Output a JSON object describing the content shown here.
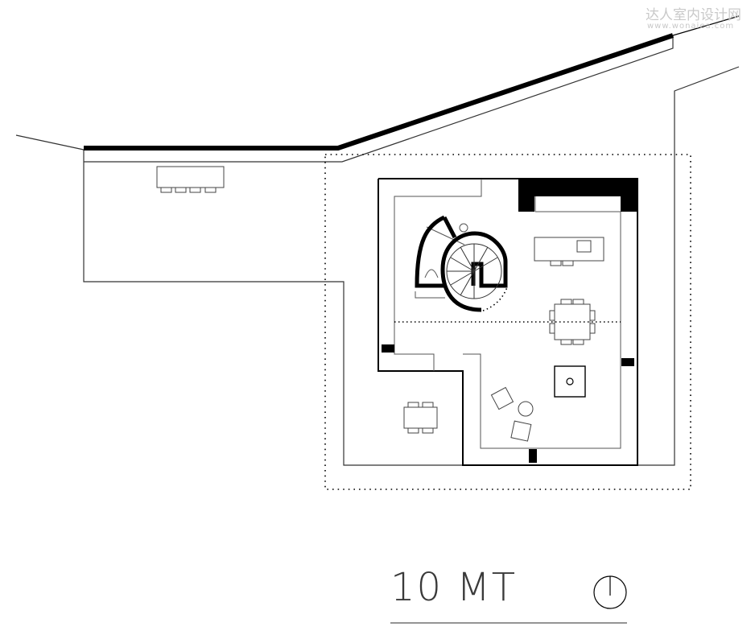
{
  "watermark": {
    "site_name": "达人室内设计网",
    "url": "www.wonaiea.com"
  },
  "scale_bar": {
    "label": "10 MT"
  },
  "icons": {
    "north": "north-arrow-icon"
  }
}
